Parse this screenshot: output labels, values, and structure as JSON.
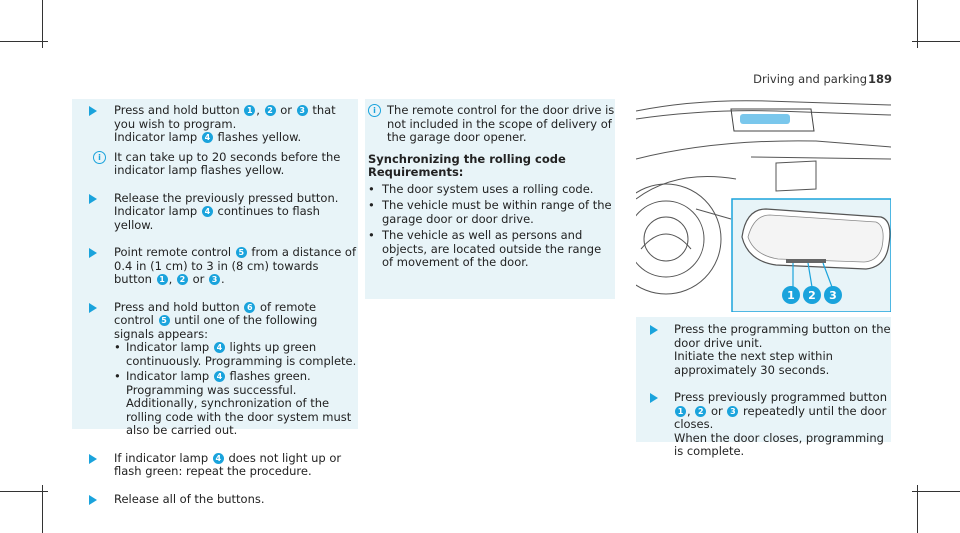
{
  "header": {
    "title": "Driving and parking",
    "page": "189"
  },
  "col1": {
    "step1": {
      "a": "Press and hold button",
      "b": ",",
      "c": "or",
      "d": "that you wish to program.",
      "e": "Indicator lamp",
      "f": "flashes yellow.",
      "n1": "1",
      "n2": "2",
      "n3": "3",
      "n4": "4"
    },
    "note1": "It can take up to 20 seconds before the indicator lamp flashes yellow.",
    "step2": {
      "a": "Release the previously pressed button.",
      "b": "Indicator lamp",
      "c": "continues to flash yellow.",
      "n4": "4"
    },
    "step3": {
      "a": "Point remote control",
      "b": "from a distance of 0.4 in (1 cm) to 3 in (8 cm) towards button",
      "c": ",",
      "d": "or",
      "e": ".",
      "n5": "5",
      "n1": "1",
      "n2": "2",
      "n3": "3"
    },
    "step4": {
      "a": "Press and hold button",
      "b": "of remote control",
      "c": "until one of the following signals appears:",
      "n6": "6",
      "n5": "5",
      "bullet1a": "Indicator lamp",
      "bullet1b": "lights up green continuously. Programming is complete.",
      "bullet2a": "Indicator lamp",
      "bullet2b": "flashes green. Programming was successful. Additionally, synchronization of the rolling code with the door system must also be carried out.",
      "n4": "4"
    },
    "step5": {
      "a": "If indicator lamp",
      "b": "does not light up or flash green: repeat the procedure.",
      "n4": "4"
    },
    "step6": "Release all of the buttons."
  },
  "col2": {
    "note": "The remote control for the door drive is not included in the scope of delivery of the garage door opener.",
    "heading": "Synchronizing the rolling code",
    "requirements": "Requirements:",
    "bullets": [
      "The door system uses a rolling code.",
      "The vehicle must be within range of the garage door or door drive.",
      "The vehicle as well as persons and objects, are located outside the range of movement of the door."
    ]
  },
  "figure": {
    "labels": [
      "1",
      "2",
      "3"
    ]
  },
  "col3": {
    "step1": {
      "a": "Press the programming button on the door drive unit.",
      "b": "Initiate the next step within approximately 30 seconds."
    },
    "step2": {
      "a": "Press previously programmed button",
      "b": ",",
      "c": "or",
      "d": "repeatedly until the door closes.",
      "e": "When the door closes, programming is complete.",
      "n1": "1",
      "n2": "2",
      "n3": "3"
    }
  }
}
